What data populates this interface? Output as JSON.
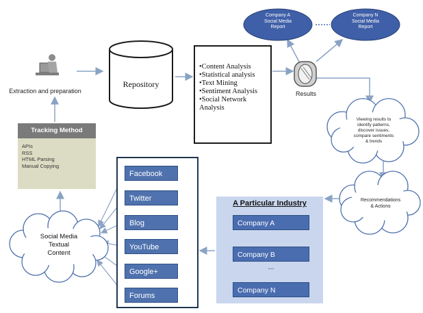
{
  "extraction": {
    "label": "Extraction and preparation",
    "icon": "person-at-computer-icon"
  },
  "repository": {
    "label": "Repository"
  },
  "analysis": {
    "items": [
      "•Content Analysis",
      "•Statistical analysis",
      "•Text Mining",
      "•Sentiment Analysis",
      "•Social Network Analysis"
    ]
  },
  "results": {
    "label": "Results",
    "icon": "results-scroll-icon"
  },
  "reports": [
    {
      "line1": "Company A",
      "line2": "Social Media",
      "line3": "Report"
    },
    {
      "line1": "Company N",
      "line2": "Social Media",
      "line3": "Report"
    }
  ],
  "viewing_cloud": {
    "lines": [
      "Viewing results to",
      "identify patterns,",
      "discover issues,",
      "compare sentiments",
      "& trends"
    ]
  },
  "recommendations_cloud": {
    "lines": [
      "Recommendations",
      "& Actions"
    ]
  },
  "tracking": {
    "title": "Tracking Method",
    "items": [
      "APIs",
      "RSS",
      "HTML Parsing",
      "Manual Copying"
    ]
  },
  "platforms": [
    "Facebook",
    "Twitter",
    "Blog",
    "YouTube",
    "Google+",
    "Forums"
  ],
  "industry": {
    "title": "A Particular Industry",
    "companies": [
      "Company A",
      "Company B",
      "Company N"
    ],
    "ellipsis": "..."
  },
  "social_cloud": {
    "lines": [
      "Social Media",
      "Textual",
      "Content"
    ]
  },
  "colors": {
    "arrow": "#8aa3c4",
    "report_fill": "#3f5fa8",
    "platform_fill": "#4f72ae",
    "industry_bg": "#c9d6ee",
    "tracking_title": "#7a7a7a",
    "tracking_body": "#dcdcc4"
  }
}
